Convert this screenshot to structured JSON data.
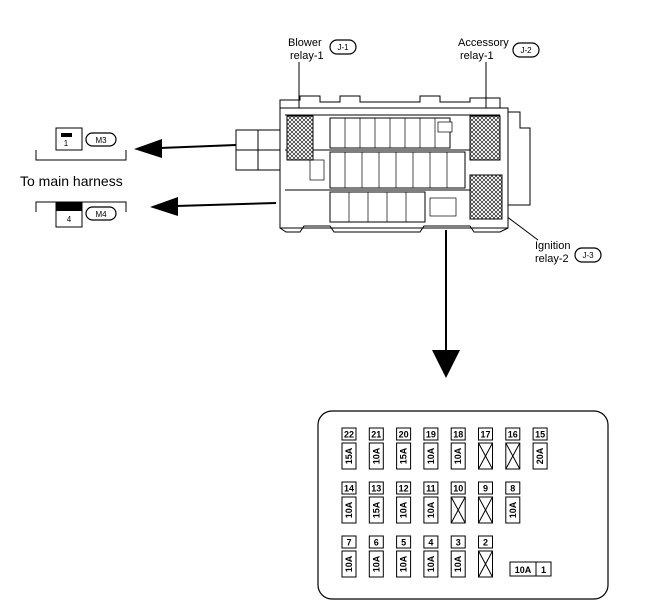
{
  "relays": {
    "blower": {
      "line1": "Blower",
      "line2": "relay-1",
      "tag": "J-1"
    },
    "accessory": {
      "line1": "Accessory",
      "line2": "relay-1",
      "tag": "J-2"
    },
    "ignition": {
      "line1": "Ignition",
      "line2": "relay-2",
      "tag": "J-3"
    }
  },
  "connectors": {
    "upper": {
      "num": "1",
      "tag": "M3"
    },
    "lower": {
      "num": "4",
      "tag": "M4"
    },
    "harness_label": "To main harness"
  },
  "fuse_rows": [
    [
      {
        "num": "22",
        "amp": "15A"
      },
      {
        "num": "21",
        "amp": "10A"
      },
      {
        "num": "20",
        "amp": "15A"
      },
      {
        "num": "19",
        "amp": "10A"
      },
      {
        "num": "18",
        "amp": "10A"
      },
      {
        "num": "17",
        "amp": ""
      },
      {
        "num": "16",
        "amp": ""
      },
      {
        "num": "15",
        "amp": "20A"
      }
    ],
    [
      {
        "num": "14",
        "amp": "10A"
      },
      {
        "num": "13",
        "amp": "15A"
      },
      {
        "num": "12",
        "amp": "10A"
      },
      {
        "num": "11",
        "amp": "10A"
      },
      {
        "num": "10",
        "amp": ""
      },
      {
        "num": "9",
        "amp": ""
      },
      {
        "num": "8",
        "amp": "10A"
      }
    ],
    [
      {
        "num": "7",
        "amp": "10A"
      },
      {
        "num": "6",
        "amp": "10A"
      },
      {
        "num": "5",
        "amp": "10A"
      },
      {
        "num": "4",
        "amp": "10A"
      },
      {
        "num": "3",
        "amp": "10A"
      },
      {
        "num": "2",
        "amp": ""
      }
    ]
  ],
  "fuse_1": {
    "amp": "10A",
    "num": "1"
  }
}
